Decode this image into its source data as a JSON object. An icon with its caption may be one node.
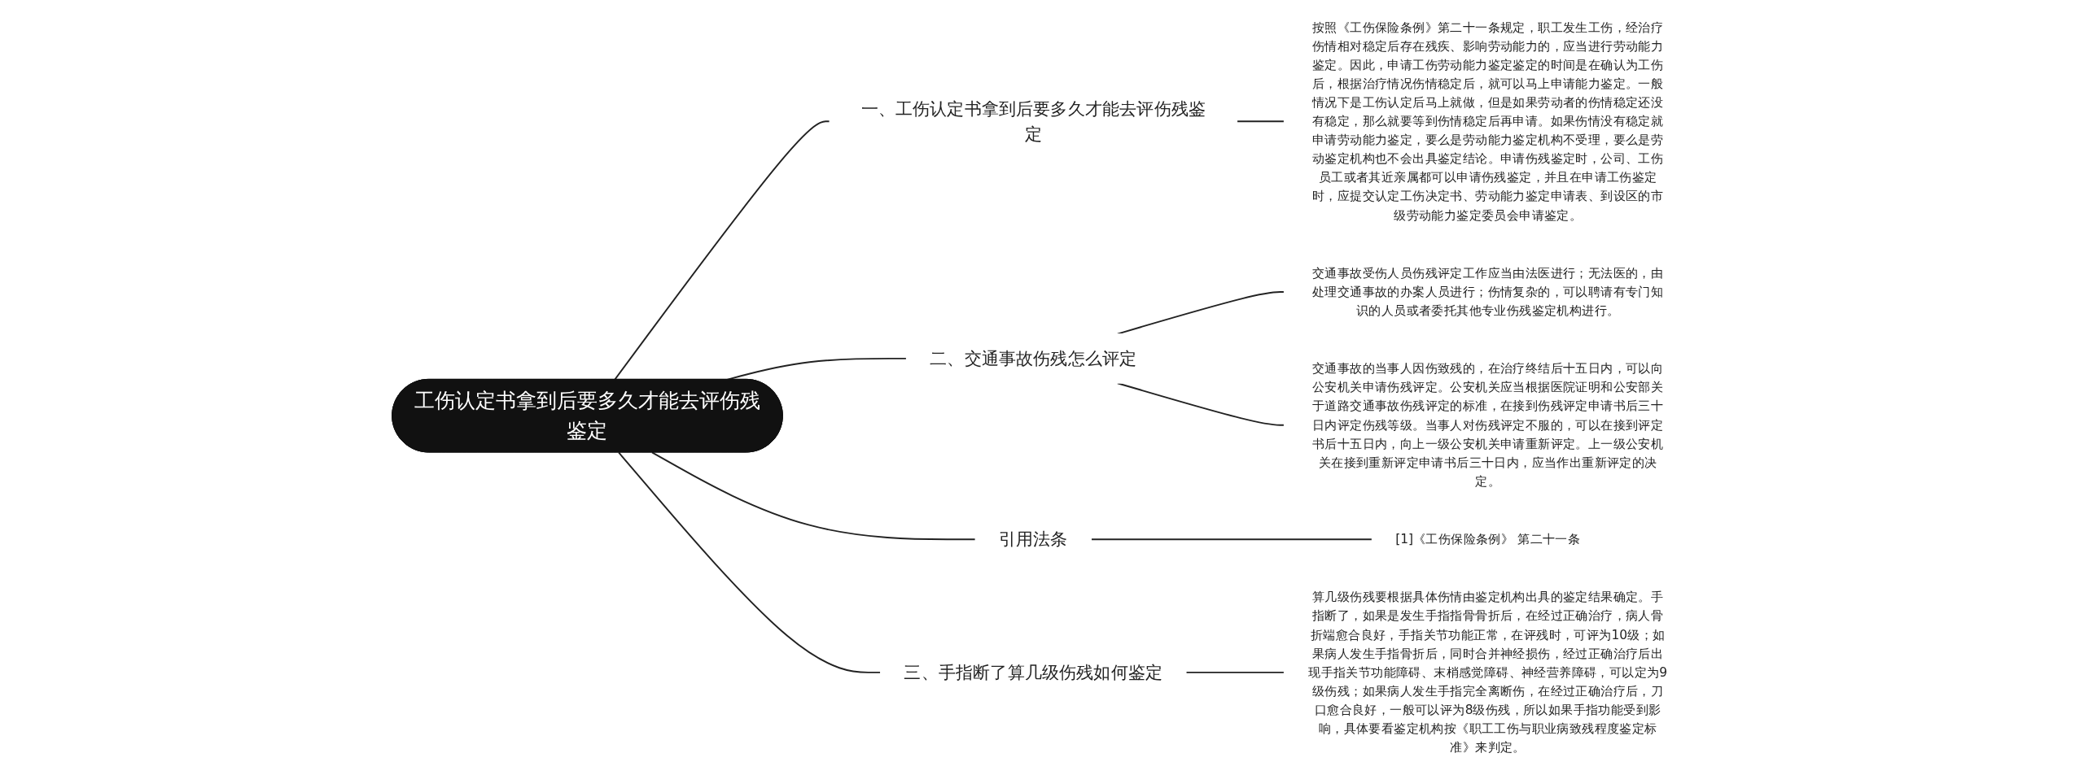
{
  "diagram": {
    "nodes": [
      {
        "text": [
          "工伤认定书拿到后要多久才能去评伤残鉴定"
        ]
      },
      {
        "text": [
          "一、工伤认定书拿到后要多久才能去评伤残鉴定"
        ]
      },
      {
        "text": [
          "按照《工伤保险条例》第二十一条规定，职工发生工伤，经治疗伤情相对稳定后存在残疾、影响劳动能力的，应当进行劳动能力鉴定。因此，申请工伤劳动能力鉴定鉴定的时间是在确认为工伤后，根据治疗情况伤情稳定后，就可以马上申请能力鉴定。一般情况下是工伤认定后马上就做，但是如果劳动者的伤情稳定还没有稳定，那么就要等到伤情稳定后再申请。如果伤情没有稳定就申请劳动能力鉴定，要么是劳动能力鉴定机构不受理，要么是劳动鉴定机构也不会出具鉴定结论。申请伤残鉴定时，公司、工伤员工或者其近亲属都可以申请伤残鉴定，并且在申请工伤鉴定时，应提交认定工伤决定书、劳动能力鉴定申请表、到设区的市级劳动能力鉴定委员会申请鉴定。"
        ]
      },
      {
        "text": [
          "二、交通事故伤残怎么评定"
        ]
      },
      {
        "text": [
          "交通事故受伤人员伤残评定工作应当由法医进行；无法医的，由处理交通事故的办案人员进行；伤情复杂的，可以聘请有专门知识的人员或者委托其他专业伤残鉴定机构进行。"
        ]
      },
      {
        "text": [
          "交通事故的当事人因伤致残的，在治疗终结后十五日内，可以向公安机关申请伤残评定。公安机关应当根据医院证明和公安部关于道路交通事故伤残评定的标准，在接到伤残评定申请书后三十日内评定伤残等级。当事人对伤残评定不服的，可以在接到评定书后十五日内，向上一级公安机关申请重新评定。上一级公安机关在接到重新评定申请书后三十日内，应当作出重新评定的决定。"
        ]
      },
      {
        "text": [
          "引用法条"
        ]
      },
      {
        "text": [
          "[1]《工伤保险条例》 第二十一条"
        ]
      },
      {
        "text": [
          "三、手指断了算几级伤残如何鉴定"
        ]
      },
      {
        "text": [
          "算几级伤残要根据具体伤情由鉴定机构出具的鉴定结果确定。手指断了，如果是发生手指指骨骨折后，在经过正确治疗，病人骨折端愈合良好，手指关节功能正常，在评残时，可评为10级；如果病人发生手指骨折后，同时合并神经损伤，经过正确治疗后出现手指关节功能障碍、末梢感觉障碍、神经营养障碍，可以定为9级伤残；如果病人发生手指完全离断伤，在经过正确治疗后，刀口愈合良好，一般可以评为8级伤残，所以如果手指功能受到影响，具体要看鉴定机构按《职工工伤与职业病致残程度鉴定标准》来判定。"
        ]
      }
    ],
    "edges": [
      {
        "from": 0,
        "to": 1,
        "arrow": "none"
      },
      {
        "from": 1,
        "to": 2,
        "arrow": "none"
      },
      {
        "from": 0,
        "to": 3,
        "arrow": "none"
      },
      {
        "from": 3,
        "to": 4,
        "arrow": "none"
      },
      {
        "from": 3,
        "to": 5,
        "arrow": "none"
      },
      {
        "from": 0,
        "to": 6,
        "arrow": "none"
      },
      {
        "from": 6,
        "to": 7,
        "arrow": "none"
      },
      {
        "from": 0,
        "to": 8,
        "arrow": "none"
      },
      {
        "from": 8,
        "to": 9,
        "arrow": "none"
      }
    ]
  }
}
